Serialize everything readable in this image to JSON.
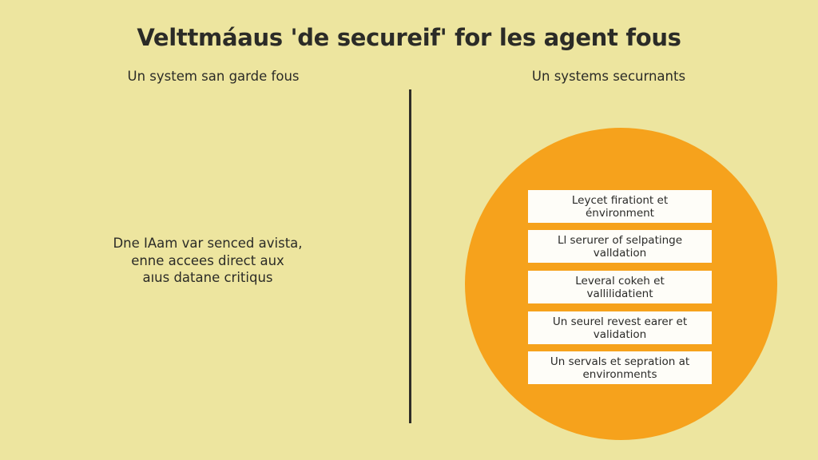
{
  "title": "Velttmáaus 'de secureif' for les agent fous",
  "left_column": {
    "heading": "Un system san garde fous",
    "description_lines": [
      "Dne IAam var senced avista,",
      "enne accees direct aux",
      "aıus datane critiqus"
    ]
  },
  "right_column": {
    "heading": "Un systems securnants",
    "items": [
      {
        "line1": "Leycet firationt et",
        "line2": "énvironment"
      },
      {
        "line1": "Ll serurer of selpatinge",
        "line2": "valldation"
      },
      {
        "line1": "Leveral cokeh et",
        "line2": "vallilidatient"
      },
      {
        "line1": "Un seurel revest earer et",
        "line2": "validation"
      },
      {
        "line1": "Un servals et sepration at",
        "line2": "environments"
      }
    ]
  },
  "colors": {
    "background": "#ede59f",
    "circle": "#f6a21c",
    "box": "#fefdf8",
    "divider": "#2f2d27",
    "text": "#2b2b27"
  }
}
